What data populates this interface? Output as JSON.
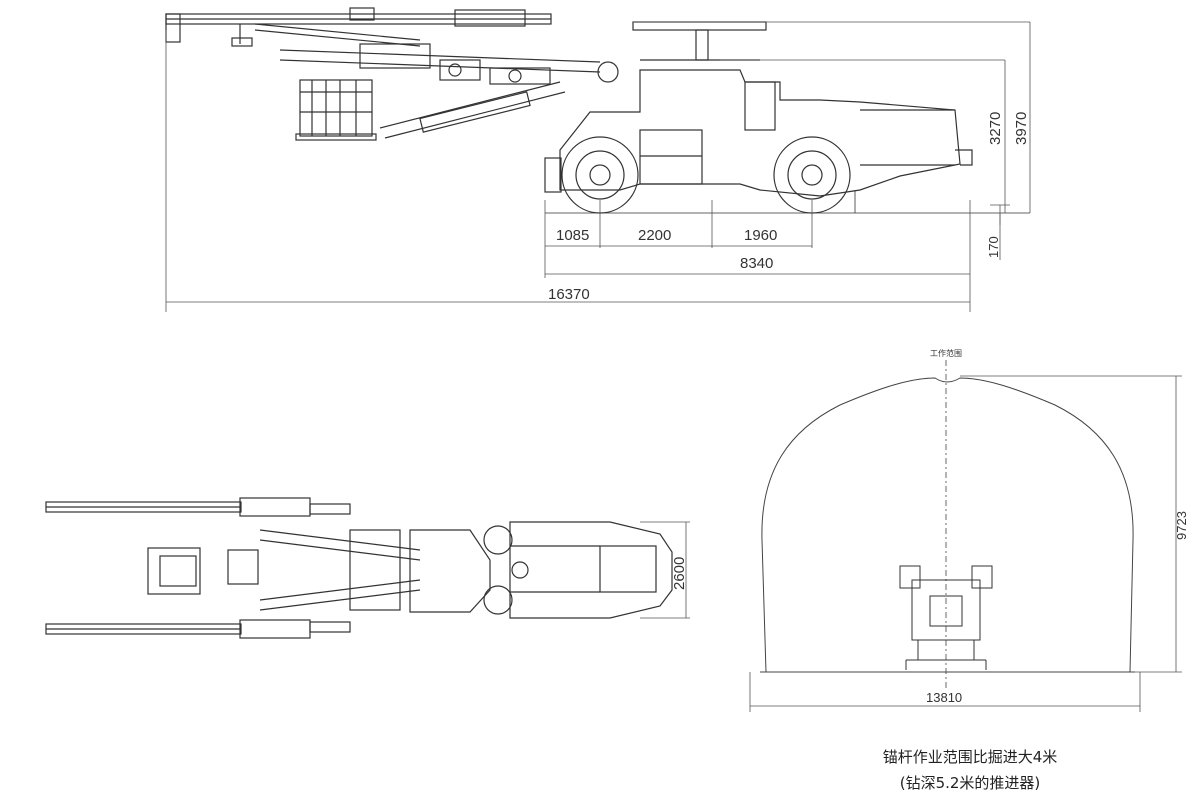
{
  "side_view": {
    "dimensions": {
      "front_overhang": "1085",
      "wheelbase_a": "2200",
      "wheelbase_b": "1960",
      "body_length": "8340",
      "total_length": "16370",
      "height_1": "3270",
      "height_2": "3970",
      "ground_clearance": "170"
    }
  },
  "top_view": {
    "dimensions": {
      "width": "2600"
    }
  },
  "tunnel_view": {
    "label_top": "工作范围",
    "dimensions": {
      "height": "9723",
      "width": "13810"
    }
  },
  "caption": {
    "line1": "锚杆作业范围比掘进大4米",
    "line2": "(钻深5.2米的推进器)"
  }
}
